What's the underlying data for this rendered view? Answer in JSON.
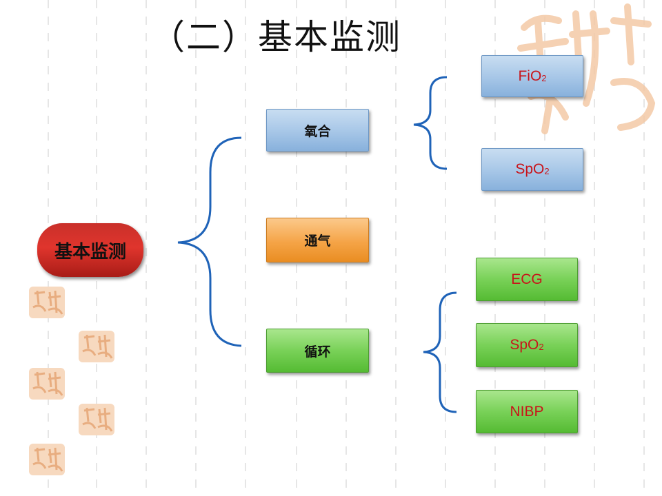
{
  "title": "（二）基本监测",
  "root": {
    "label": "基本监测"
  },
  "nodes": {
    "oxygenation": {
      "label": "氧合"
    },
    "ventilation": {
      "label": "通气"
    },
    "circulation": {
      "label": "循环"
    }
  },
  "leaves": {
    "fio2": {
      "text": "FiO",
      "sub": "2"
    },
    "spo2_a": {
      "text": "SpO",
      "sub": "2"
    },
    "ecg": {
      "text": "ECG"
    },
    "spo2_b": {
      "text": "SpO",
      "sub": "2"
    },
    "nibp": {
      "text": "NIBP"
    }
  },
  "colors": {
    "connector": "#1f63b8",
    "root": "#d6302a",
    "blue_box": "#a9c8e8",
    "orange_box": "#f5a447",
    "green_box": "#79d158",
    "leaf_text": "#c8141a",
    "decoration": "#f4c9a6"
  }
}
